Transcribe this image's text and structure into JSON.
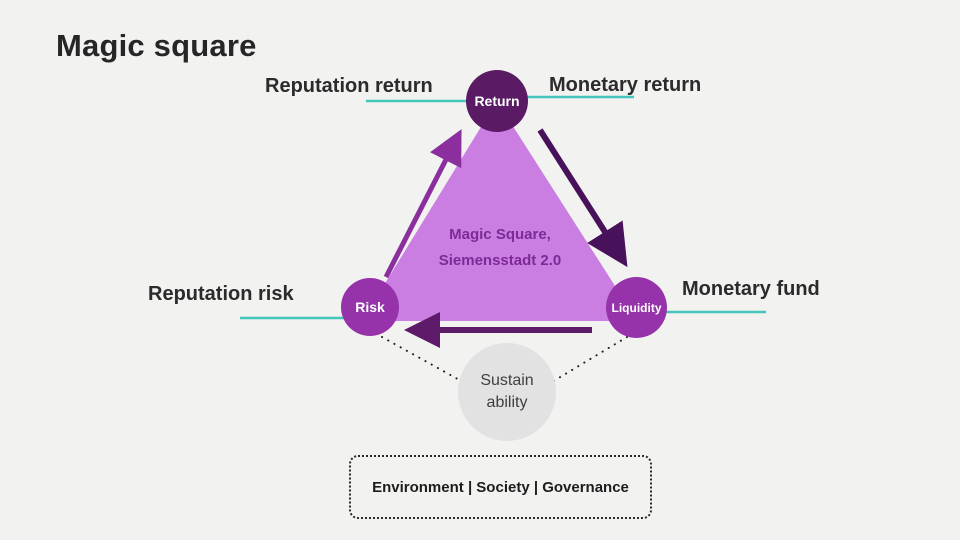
{
  "title": "Magic square",
  "diagram": {
    "nodes": {
      "top": {
        "label": "Return"
      },
      "left": {
        "label": "Risk"
      },
      "right": {
        "label": "Liquidity"
      }
    },
    "outer_labels": {
      "top_left": "Reputation return",
      "top_right": "Monetary return",
      "bottom_left": "Reputation risk",
      "bottom_right": "Monetary fund"
    },
    "center_label": {
      "line1": "Magic Square,",
      "line2": "Siemensstadt 2.0"
    },
    "sustainability": {
      "line1": "Sustain",
      "line2": "ability"
    },
    "esg_box": {
      "label": "Environment | Society | Governance"
    }
  },
  "colors": {
    "background": "#f2f2f1",
    "triangle": "#ca7ee2",
    "node_top": "#5a1a64",
    "node_side": "#9633ab",
    "arrow_up": "#8b2f9f",
    "arrow_down": "#47125a",
    "arrow_left": "#5c1a68",
    "teal_line": "#45c6bc",
    "center_text": "#7c2b94",
    "sustainability_bg": "#e2e2e2",
    "dotted_line": "#1c1c1c"
  }
}
